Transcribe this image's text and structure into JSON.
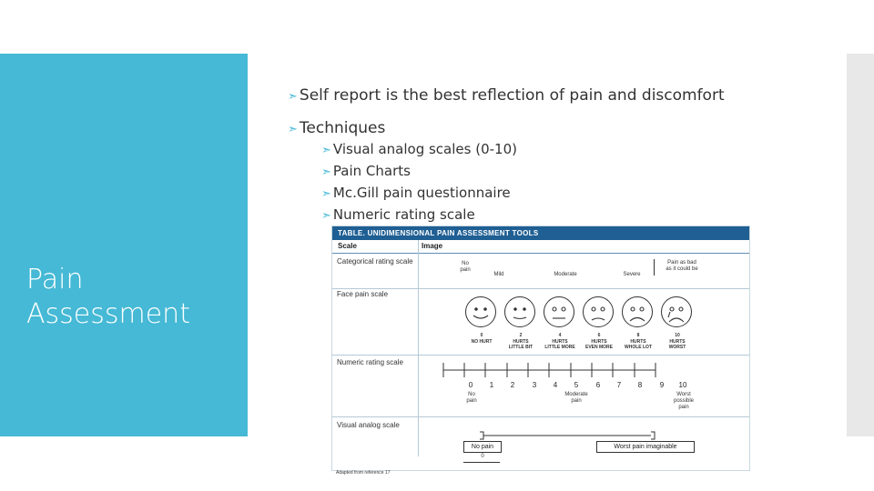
{
  "slide": {
    "title": "Pain\nAssessment",
    "bullets": {
      "b1": "Self report is the best reflection of pain and discomfort",
      "b2": "Techniques",
      "sub": [
        "Visual analog scales (0-10)",
        "Pain Charts",
        "Mc.Gill pain questionnaire",
        "Numeric rating scale"
      ]
    },
    "icons": {
      "bullet": "arrow-bullet-icon"
    },
    "colors": {
      "accent": "#45b9d5",
      "figure_header": "#1f5f93"
    }
  },
  "figure": {
    "header": "TABLE. UNIDIMENSIONAL PAIN ASSESSMENT TOOLS",
    "col_scale": "Scale",
    "col_image": "Image",
    "rows": {
      "categorical": {
        "label": "Categorical rating scale",
        "no_pain": "No\npain",
        "mild": "Mild",
        "moderate": "Moderate",
        "severe": "Severe",
        "as_bad": "Pain as bad\nas it could be"
      },
      "face": {
        "label": "Face pain scale",
        "faces": [
          {
            "num": "0",
            "text": "NO HURT"
          },
          {
            "num": "2",
            "text": "HURTS\nLITTLE BIT"
          },
          {
            "num": "4",
            "text": "HURTS\nLITTLE MORE"
          },
          {
            "num": "6",
            "text": "HURTS\nEVEN MORE"
          },
          {
            "num": "8",
            "text": "HURTS\nWHOLE LOT"
          },
          {
            "num": "10",
            "text": "HURTS\nWORST"
          }
        ]
      },
      "numeric": {
        "label": "Numeric rating scale",
        "numbers": [
          "0",
          "1",
          "2",
          "3",
          "4",
          "5",
          "6",
          "7",
          "8",
          "9",
          "10"
        ],
        "no_pain": "No\npain",
        "moderate": "Moderate\npain",
        "worst": "Worst\npossible\npain"
      },
      "visual": {
        "label": "Visual analog scale",
        "no_pain": "No pain",
        "zero": "0",
        "worst": "Worst pain imaginable"
      }
    },
    "footnote": "Adapted from reference 17"
  }
}
